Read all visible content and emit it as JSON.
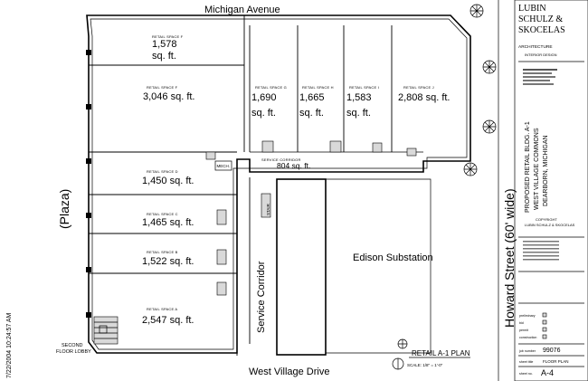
{
  "streets": {
    "north": "Michigan Avenue",
    "west": "(Plaza)",
    "east": "Howard Street (60' wide)",
    "south": "West Village Drive",
    "corridor": "Service Corridor",
    "substation": "Edison Substation"
  },
  "spaces": [
    {
      "name": "RETAIL SPACE F",
      "area": "1,578",
      "unit": "sq. ft."
    },
    {
      "name": "RETAIL SPACE F",
      "area": "3,046 sq. ft."
    },
    {
      "name": "RETAIL SPACE G",
      "area": "1,690",
      "unit": "sq. ft."
    },
    {
      "name": "RETAIL SPACE H",
      "area": "1,665",
      "unit": "sq. ft."
    },
    {
      "name": "RETAIL SPACE I",
      "area": "1,583",
      "unit": "sq. ft."
    },
    {
      "name": "RETAIL SPACE J",
      "area": "2,808 sq. ft."
    },
    {
      "name": "RETAIL SPACE D",
      "area": "1,450 sq. ft."
    },
    {
      "name": "RETAIL SPACE C",
      "area": "1,465 sq. ft."
    },
    {
      "name": "RETAIL SPACE B",
      "area": "1,522 sq. ft."
    },
    {
      "name": "RETAIL SPACE A",
      "area": "2,547 sq. ft."
    }
  ],
  "service_corridor": {
    "name": "SERVICE CORRIDOR",
    "area": "804 sq. ft."
  },
  "lobby": {
    "line1": "SECOND",
    "line2": "FLOOR LOBBY"
  },
  "small_labels": {
    "mech": "MECH.",
    "stair": "STAIR"
  },
  "plan_title": "RETAIL A-1 PLAN",
  "plan_scale": "SCALE: 1/8\" = 1'-0\"",
  "timestamp": "7/22/2004 10:24:57 AM",
  "title_block": {
    "firm_line1": "LUBIN",
    "firm_line2": "SCHULZ &",
    "firm_line3": "SKOCELAS",
    "discipline1": "ARCHITECTURE",
    "discipline2": "INTERIOR DESIGN",
    "project_line1": "PROPOSED RETAIL BLDG. A-1",
    "project_line2": "WEST VILLAGE COMMONS",
    "project_line3": "DEARBORN, MICHIGAN",
    "copyright": "COPYRIGHT",
    "copyright_holder": "LUBIN SCHULZ & SKOCELAS",
    "job_number": "99076",
    "sheet_title": "FLOOR PLAN",
    "sheet_number": "A-4",
    "field_labels": [
      "preliminary",
      "bid",
      "permit",
      "construction",
      "job number",
      "sheet title",
      "sheet no."
    ]
  }
}
